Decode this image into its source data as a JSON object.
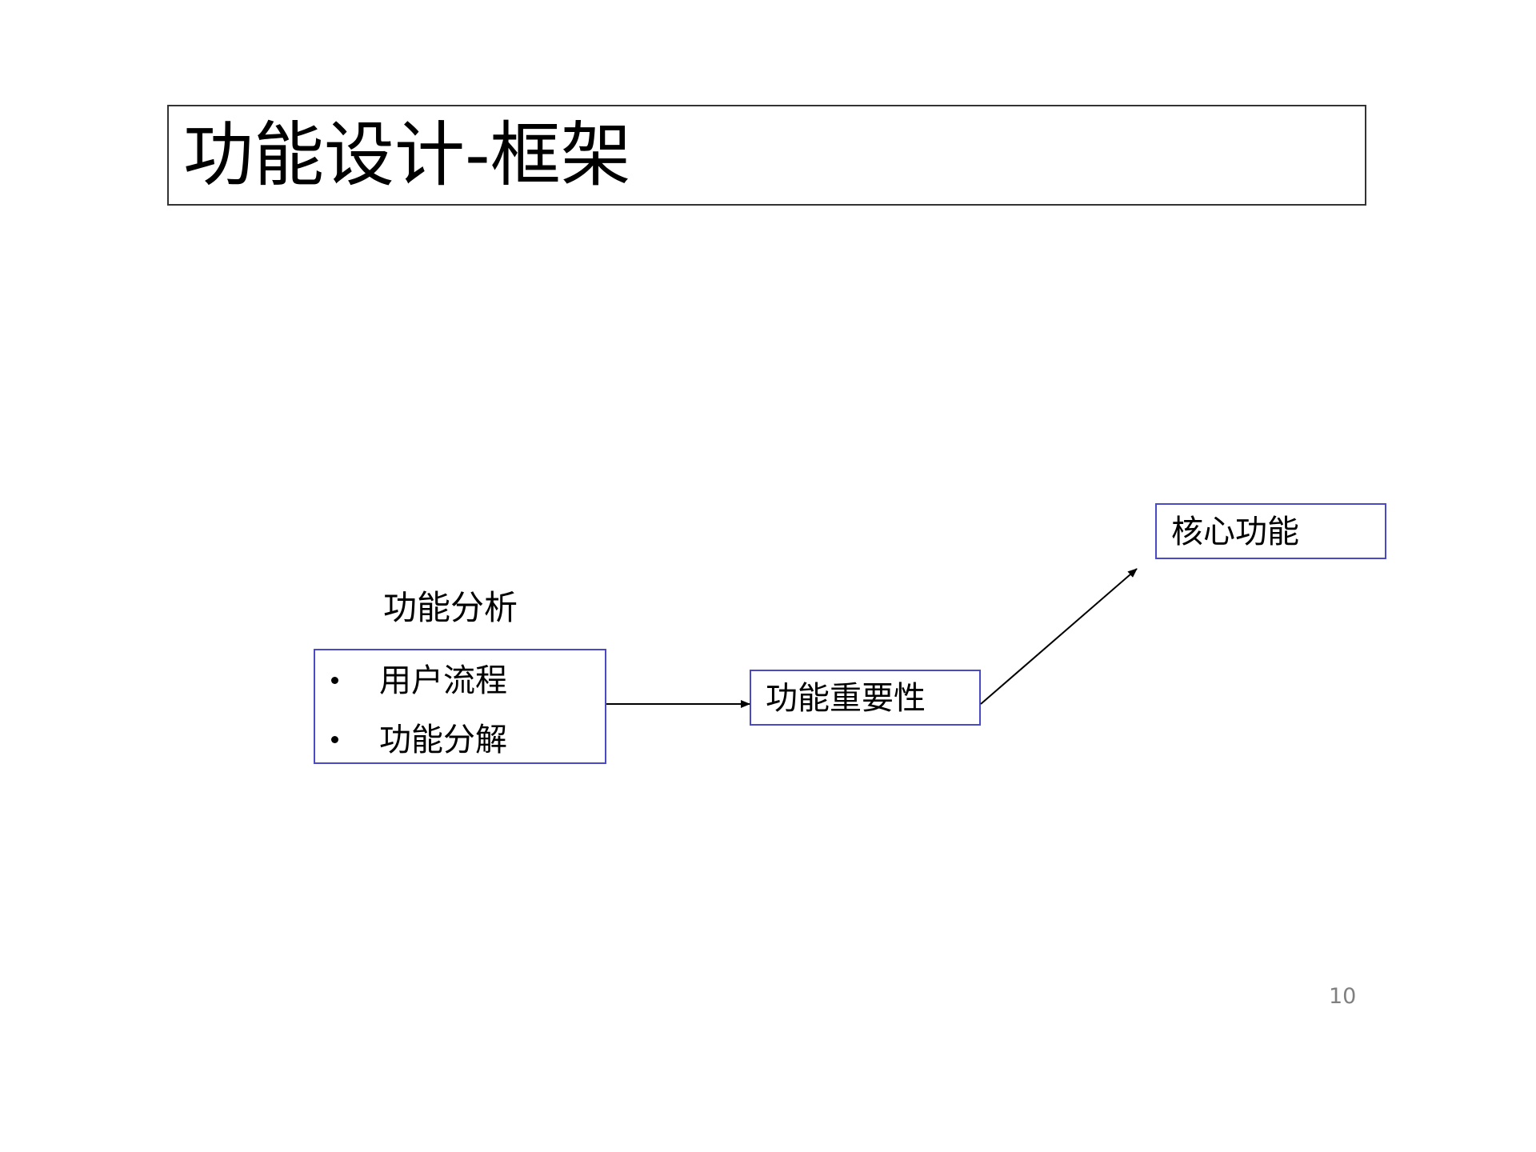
{
  "slide": {
    "title": "功能设计-框架",
    "page_number": "10"
  },
  "diagram": {
    "analysis": {
      "heading": "功能分析",
      "items": [
        "用户流程",
        "功能分解"
      ]
    },
    "importance": {
      "label": "功能重要性"
    },
    "core": {
      "label": "核心功能"
    }
  },
  "colors": {
    "node_border": "#4a4ac8",
    "title_border": "#333333",
    "text": "#000000",
    "page_number": "#808080"
  }
}
